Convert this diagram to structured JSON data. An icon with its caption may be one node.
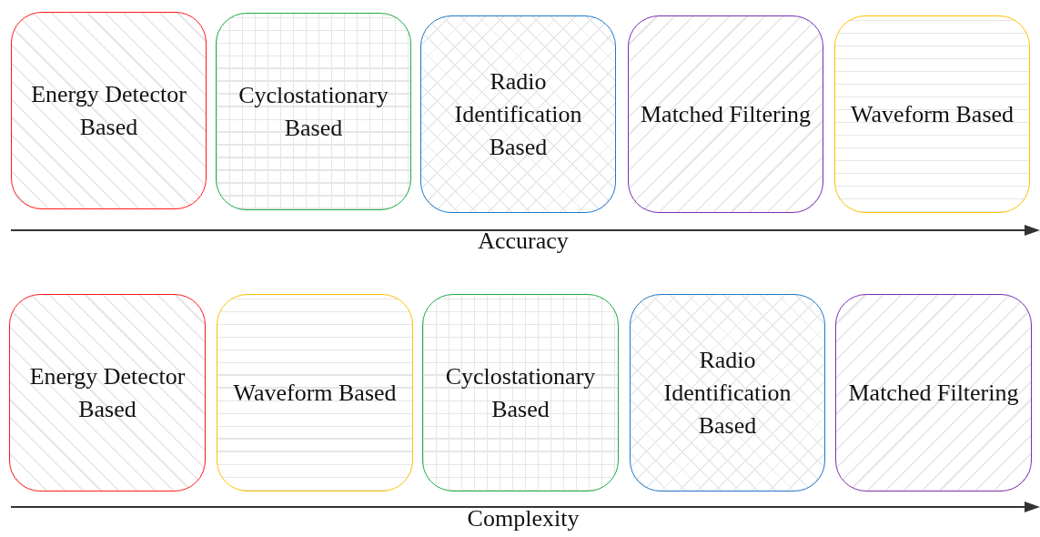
{
  "diagram": {
    "nodes": [
      {
        "text": [
          "Energy Detector Based"
        ]
      },
      {
        "text": [
          "Cyclostationary Based"
        ]
      },
      {
        "text": [
          "Radio Identification Based"
        ]
      },
      {
        "text": [
          "Matched Filtering"
        ]
      },
      {
        "text": [
          "Waveform Based"
        ]
      },
      {
        "text": [
          "Energy Detector Based"
        ]
      },
      {
        "text": [
          "Waveform Based"
        ]
      },
      {
        "text": [
          "Cyclostationary Based"
        ]
      },
      {
        "text": [
          "Radio Identification Based"
        ]
      },
      {
        "text": [
          "Matched Filtering"
        ]
      }
    ],
    "edges": [],
    "labels": [
      "Accuracy",
      "Complexity"
    ]
  }
}
